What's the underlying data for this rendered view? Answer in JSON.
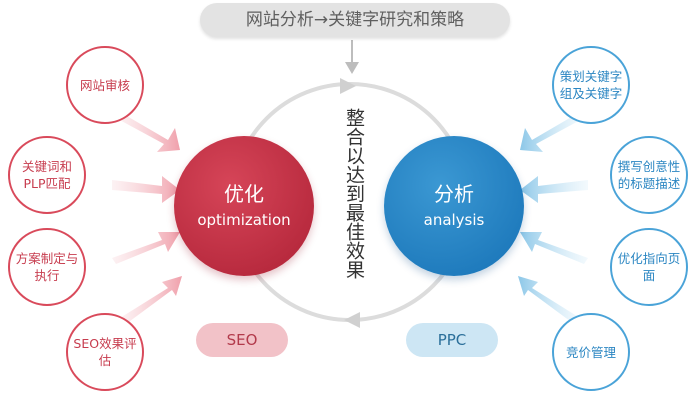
{
  "title": "网站分析→关键字研究和策略",
  "left_nodes": [
    {
      "label": "网站审核"
    },
    {
      "label": "关键词和PLP匹配"
    },
    {
      "label": "方案制定与执行"
    },
    {
      "label": "SEO效果评估"
    }
  ],
  "right_nodes": [
    {
      "label": "策划关键字组及关键字"
    },
    {
      "label": "撰写创意性的标题描述"
    },
    {
      "label": "优化指向页面"
    },
    {
      "label": "竞价管理"
    }
  ],
  "optimization_circle": {
    "label_cn": "优化",
    "label_en": "optimization"
  },
  "analysis_circle": {
    "label_cn": "分析",
    "label_en": "analysis"
  },
  "center_text": "整合以达到最佳效果",
  "pills": {
    "seo": "SEO",
    "ppc": "PPC"
  },
  "colors": {
    "red": "#c73c4e",
    "blue": "#2b86c2",
    "title_bg": "#e3e3e3"
  }
}
